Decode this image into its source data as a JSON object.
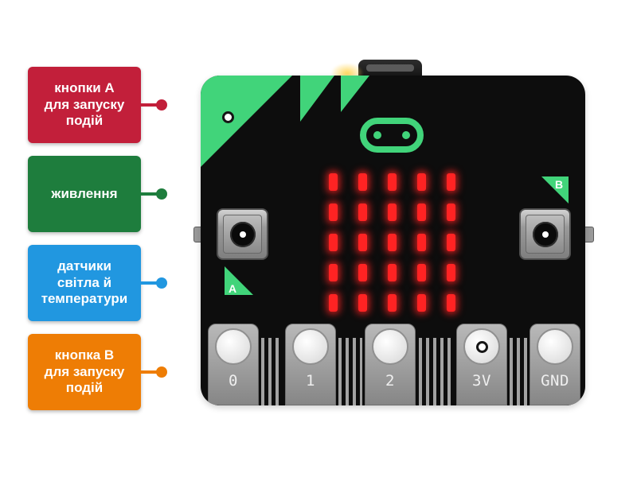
{
  "activity": {
    "labels": [
      {
        "text": "кнопки А для запуску подій",
        "color": "#c21f3a"
      },
      {
        "text": "живлення",
        "color": "#1e7d3d"
      },
      {
        "text": "датчики світла й температури",
        "color": "#2197e0"
      },
      {
        "text": "кнопка В для запуску подій",
        "color": "#ee7d05"
      }
    ]
  },
  "board": {
    "button_a_label": "A",
    "button_b_label": "B",
    "pins": [
      "0",
      "1",
      "2",
      "3V",
      "GND"
    ],
    "led_grid": {
      "rows": 5,
      "cols": 5
    },
    "colors": {
      "board_black": "#0d0d0d",
      "accent_green": "#41d47a",
      "led_red": "#ff2323"
    }
  }
}
